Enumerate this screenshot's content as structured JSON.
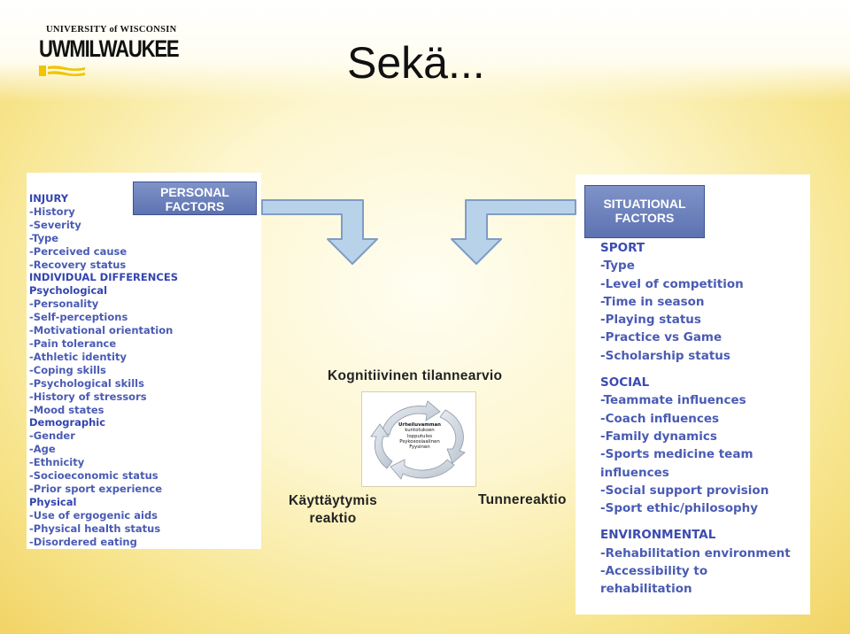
{
  "logo": {
    "university": "UNIVERSITY of WISCONSIN",
    "campus": "UWMILWAUKEE"
  },
  "slide_title": "Sekä...",
  "personal_panel": {
    "header": [
      "PERSONAL",
      "FACTORS"
    ],
    "lines": [
      {
        "text": "INJURY",
        "kind": "cat"
      },
      {
        "text": "-History",
        "kind": "item"
      },
      {
        "text": "-Severity",
        "kind": "item"
      },
      {
        "text": "-Type",
        "kind": "item"
      },
      {
        "text": "-Perceived cause",
        "kind": "item"
      },
      {
        "text": "-Recovery status",
        "kind": "item"
      },
      {
        "text": "INDIVIDUAL DIFFERENCES",
        "kind": "cat"
      },
      {
        "text": "Psychological",
        "kind": "sub"
      },
      {
        "text": "-Personality",
        "kind": "item"
      },
      {
        "text": "-Self-perceptions",
        "kind": "item"
      },
      {
        "text": "-Motivational orientation",
        "kind": "item"
      },
      {
        "text": "-Pain tolerance",
        "kind": "item"
      },
      {
        "text": "-Athletic identity",
        "kind": "item"
      },
      {
        "text": "-Coping skills",
        "kind": "item"
      },
      {
        "text": "-Psychological skills",
        "kind": "item"
      },
      {
        "text": "-History of stressors",
        "kind": "item"
      },
      {
        "text": "-Mood states",
        "kind": "item"
      },
      {
        "text": "Demographic",
        "kind": "sub"
      },
      {
        "text": "-Gender",
        "kind": "item"
      },
      {
        "text": "-Age",
        "kind": "item"
      },
      {
        "text": "-Ethnicity",
        "kind": "item"
      },
      {
        "text": "-Socioeconomic status",
        "kind": "item"
      },
      {
        "text": "-Prior sport experience",
        "kind": "item"
      },
      {
        "text": "Physical",
        "kind": "sub"
      },
      {
        "text": "-Use of ergogenic aids",
        "kind": "item"
      },
      {
        "text": "-Physical health status",
        "kind": "item"
      },
      {
        "text": "-Disordered eating",
        "kind": "item"
      }
    ]
  },
  "situational_panel": {
    "header": [
      "SITUATIONAL",
      "FACTORS"
    ],
    "lines": [
      {
        "text": "SPORT",
        "kind": "cat"
      },
      {
        "text": "-Type",
        "kind": "item"
      },
      {
        "text": "-Level of competition",
        "kind": "item"
      },
      {
        "text": "-Time in season",
        "kind": "item"
      },
      {
        "text": "-Playing status",
        "kind": "item"
      },
      {
        "text": "-Practice vs Game",
        "kind": "item"
      },
      {
        "text": "-Scholarship status",
        "kind": "item"
      },
      {
        "text": "",
        "kind": "gap"
      },
      {
        "text": "SOCIAL",
        "kind": "cat"
      },
      {
        "text": "-Teammate influences",
        "kind": "item"
      },
      {
        "text": "-Coach influences",
        "kind": "item"
      },
      {
        "text": "-Family dynamics",
        "kind": "item"
      },
      {
        "text": "-Sports medicine team",
        "kind": "item"
      },
      {
        "text": " influences",
        "kind": "item"
      },
      {
        "text": "-Social support provision",
        "kind": "item"
      },
      {
        "text": "-Sport ethic/philosophy",
        "kind": "item"
      },
      {
        "text": "",
        "kind": "gap"
      },
      {
        "text": "ENVIRONMENTAL",
        "kind": "cat"
      },
      {
        "text": "-Rehabilitation environment",
        "kind": "item"
      },
      {
        "text": "-Accessibility to",
        "kind": "item"
      },
      {
        "text": " rehabilitation",
        "kind": "item"
      }
    ]
  },
  "labels": {
    "cognitive": "Kognitiivinen tilannearvio",
    "behavior_line1": "Käyttäytymis",
    "behavior_line2": "reaktio",
    "emotional": "Tunnereaktio"
  },
  "cycle": {
    "lines": [
      "Urheiluvamman",
      "kuntotuksen",
      "lopputulos",
      "Psykososiaalinen",
      "Fyysinen"
    ]
  },
  "colors": {
    "arrow_fill": "#b8d2ea",
    "arrow_stroke": "#7f9cc4",
    "header_fill": "#6b80bd",
    "list_text": "#3a4aa8"
  }
}
